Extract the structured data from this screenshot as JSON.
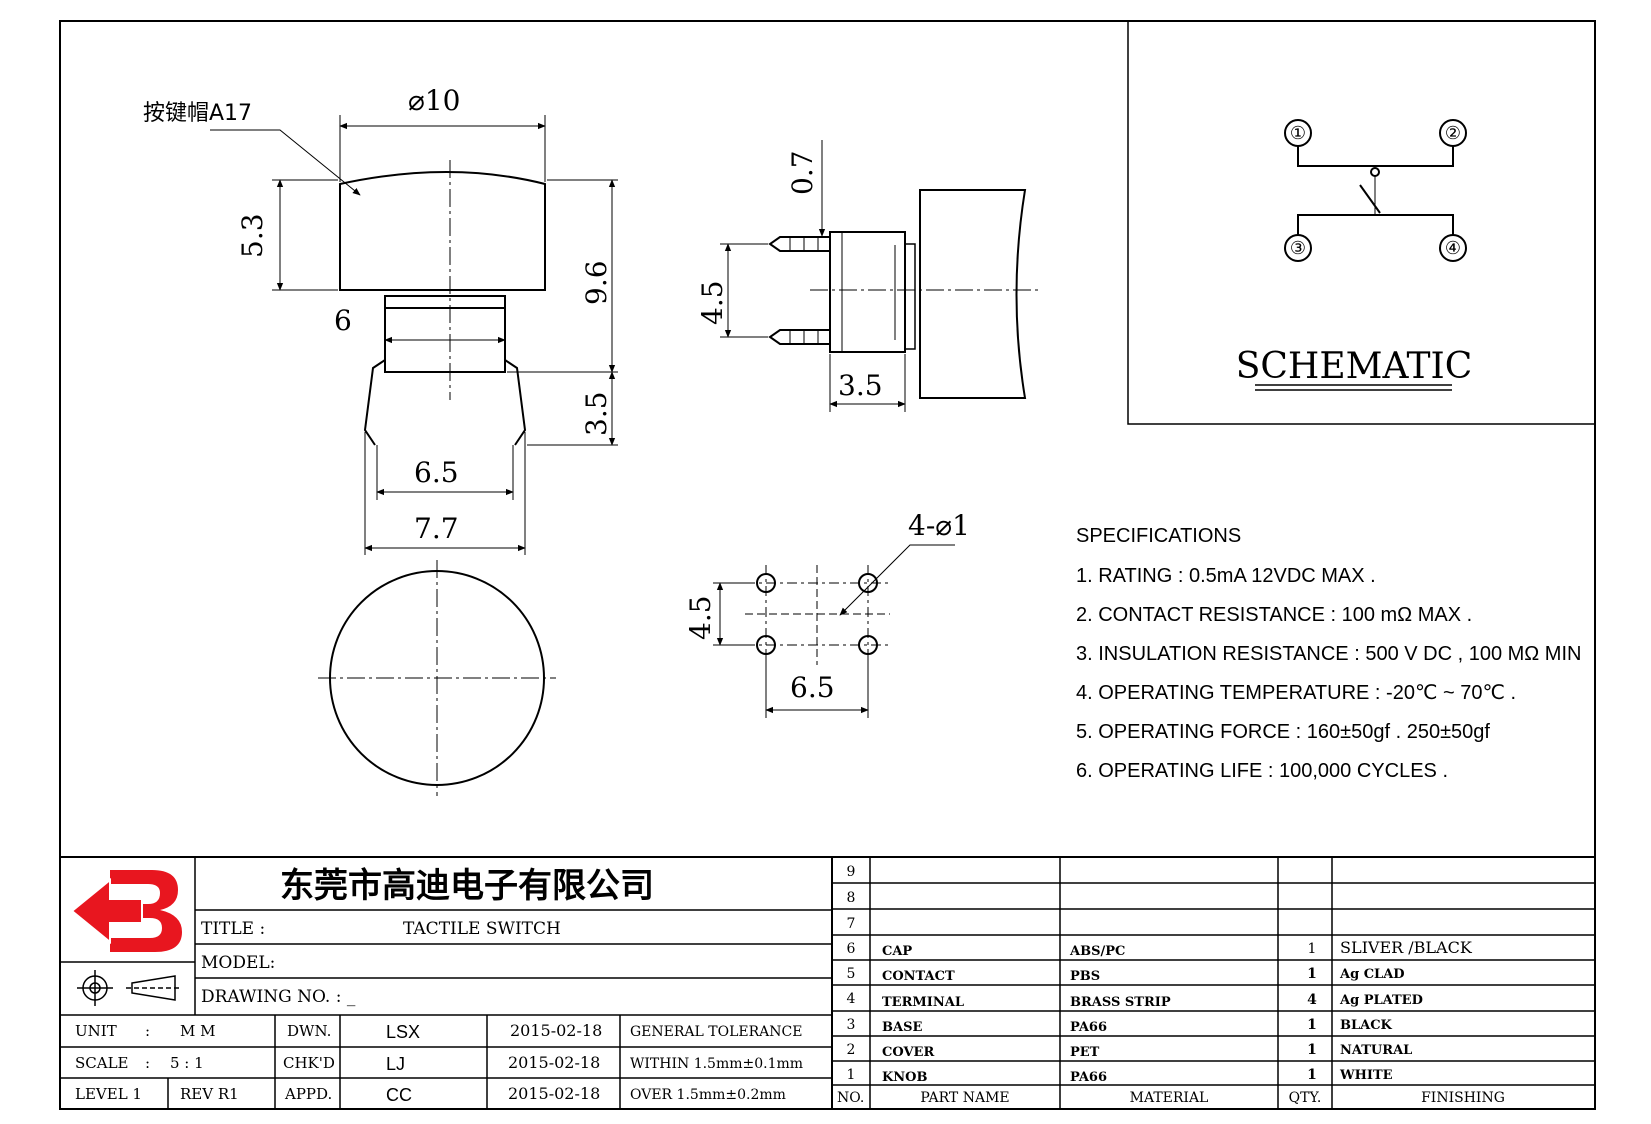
{
  "drawing": {
    "cap_label": "按键帽A17",
    "dims": {
      "cap_diameter": "⌀10",
      "cap_height": "5.3",
      "total_height": "9.6",
      "base_width": "6",
      "leg_height": "3.5",
      "leg_span_inner": "6.5",
      "leg_span_outer": "7.7",
      "side_offset": "0.7",
      "side_pitch": "4.5",
      "side_depth": "3.5",
      "holes": "4-⌀1",
      "hole_pitch_y": "4.5",
      "hole_pitch_x": "6.5"
    }
  },
  "schematic": {
    "title": "SCHEMATIC",
    "pins": [
      "①",
      "②",
      "③",
      "④"
    ]
  },
  "specifications": {
    "heading": "SPECIFICATIONS",
    "items": [
      "1. RATING : 0.5mA 12VDC MAX .",
      "2. CONTACT RESISTANCE : 100 mΩ MAX .",
      "3. INSULATION RESISTANCE : 500 V DC , 100 MΩ MIN",
      "4. OPERATING TEMPERATURE : -20℃ ~ 70℃ .",
      "5. OPERATING FORCE : 160±50gf . 250±50gf",
      "6. OPERATING LIFE : 100,000 CYCLES ."
    ]
  },
  "title_block": {
    "company": "东莞市高迪电子有限公司",
    "title_label": "TITLE :",
    "title_value": "TACTILE SWITCH",
    "model_label": "MODEL:",
    "drawing_no_label": "DRAWING NO. : _",
    "unit_label": "UNIT",
    "unit_sep": ":",
    "unit_value": "M M",
    "scale_label": "SCALE",
    "scale_sep": ":",
    "scale_value": "5 : 1",
    "level": "LEVEL 1",
    "rev": "REV R1",
    "dwn_label": "DWN.",
    "dwn_name": "LSX",
    "dwn_date": "2015-02-18",
    "chk_label": "CHK'D",
    "chk_name": "LJ",
    "chk_date": "2015-02-18",
    "appd_label": "APPD.",
    "appd_name": "CC",
    "appd_date": "2015-02-18",
    "tolerance_header": "GENERAL TOLERANCE",
    "tolerance_within": "WITHIN 1.5mm±0.1mm",
    "tolerance_over": "OVER 1.5mm±0.2mm"
  },
  "bom": {
    "headers": {
      "no": "NO.",
      "part": "PART NAME",
      "material": "MATERIAL",
      "qty": "QTY.",
      "finishing": "FINISHING"
    },
    "rows": [
      {
        "no": "9",
        "part": "",
        "material": "",
        "qty": "",
        "finishing": ""
      },
      {
        "no": "8",
        "part": "",
        "material": "",
        "qty": "",
        "finishing": ""
      },
      {
        "no": "7",
        "part": "",
        "material": "",
        "qty": "",
        "finishing": ""
      },
      {
        "no": "6",
        "part": "CAP",
        "material": "ABS/PC",
        "qty": "1",
        "finishing": "SLIVER /BLACK"
      },
      {
        "no": "5",
        "part": "CONTACT",
        "material": "PBS",
        "qty": "1",
        "finishing": "Ag CLAD"
      },
      {
        "no": "4",
        "part": "TERMINAL",
        "material": "BRASS STRIP",
        "qty": "4",
        "finishing": "Ag PLATED"
      },
      {
        "no": "3",
        "part": "BASE",
        "material": "PA66",
        "qty": "1",
        "finishing": "BLACK"
      },
      {
        "no": "2",
        "part": "COVER",
        "material": "PET",
        "qty": "1",
        "finishing": "NATURAL"
      },
      {
        "no": "1",
        "part": "KNOB",
        "material": "PA66",
        "qty": "1",
        "finishing": "WHITE"
      }
    ]
  }
}
